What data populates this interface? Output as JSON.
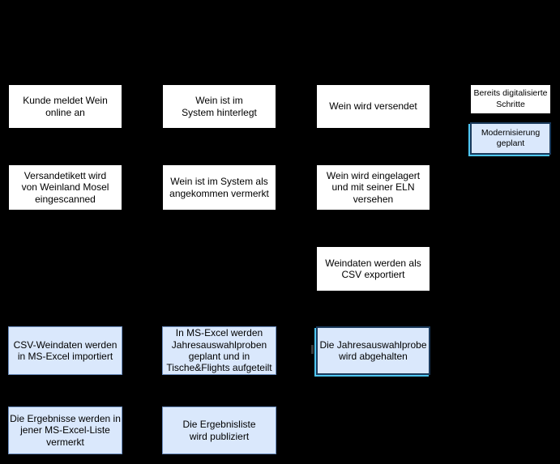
{
  "diagram": {
    "type": "flowchart",
    "colors": {
      "background": "#000000",
      "digitalized_fill": "#ffffff",
      "digitalized_border": "#000000",
      "planned_fill": "#dae8fc",
      "planned_border": "#6c8ebf",
      "highlight_accent": "#4fc7f3",
      "highlight_border_dark": "#1a3a5c",
      "text": "#000000"
    }
  },
  "flowchart": {
    "nodes": [
      {
        "id": "kunde-meldet-wein",
        "label": "Kunde meldet Wein\nonline an",
        "col": 1,
        "row": 1,
        "status": "digitalized",
        "highlighted": false
      },
      {
        "id": "wein-im-system-hinterlegt",
        "label": "Wein ist im\nSystem hinterlegt",
        "col": 2,
        "row": 1,
        "status": "digitalized",
        "highlighted": false
      },
      {
        "id": "wein-wird-versendet",
        "label": "Wein wird versendet",
        "col": 3,
        "row": 1,
        "status": "digitalized",
        "highlighted": false
      },
      {
        "id": "versandetikett-eingescanned",
        "label": "Versandetikett wird\nvon Weinland Mosel\neingescanned",
        "col": 1,
        "row": 2,
        "status": "digitalized",
        "highlighted": false
      },
      {
        "id": "wein-angekommen-vermerkt",
        "label": "Wein ist im System als\nangekommen vermerkt",
        "col": 2,
        "row": 2,
        "status": "digitalized",
        "highlighted": false
      },
      {
        "id": "wein-eingelagert-eln",
        "label": "Wein wird eingelagert\nund mit seiner ELN\nversehen",
        "col": 3,
        "row": 2,
        "status": "digitalized",
        "highlighted": false
      },
      {
        "id": "weindaten-csv-export",
        "label": "Weindaten werden als\nCSV exportiert",
        "col": 3,
        "row": 3,
        "status": "digitalized",
        "highlighted": false
      },
      {
        "id": "csv-weindaten-import",
        "label": "CSV-Weindaten werden\nin MS-Excel importiert",
        "col": 1,
        "row": 4,
        "status": "planned",
        "highlighted": false
      },
      {
        "id": "excel-jahresauswahlproben-planung",
        "label": "In MS-Excel werden\nJahresauswahlproben\ngeplant und in\nTische&Flights aufgeteilt",
        "col": 2,
        "row": 4,
        "status": "planned",
        "highlighted": false
      },
      {
        "id": "jahresauswahlprobe-abgehalten",
        "label": "Die Jahresauswahlprobe\nwird abgehalten",
        "col": 3,
        "row": 4,
        "status": "planned",
        "highlighted": true
      },
      {
        "id": "ergebnisse-in-excel-vermerkt",
        "label": "Die Ergebnisse werden in\njener MS-Excel-Liste\nvermerkt",
        "col": 1,
        "row": 5,
        "status": "planned",
        "highlighted": false
      },
      {
        "id": "ergebnisliste-publiziert",
        "label": "Die Ergebnisliste\nwird publiziert",
        "col": 2,
        "row": 5,
        "status": "planned",
        "highlighted": false
      }
    ]
  },
  "legend": {
    "items": [
      {
        "id": "digitalized",
        "label": "Bereits digitalisierte\nSchritte",
        "status": "digitalized",
        "highlighted": false
      },
      {
        "id": "planned",
        "label": "Modernisierung\ngeplant",
        "status": "planned",
        "highlighted": true
      }
    ]
  }
}
